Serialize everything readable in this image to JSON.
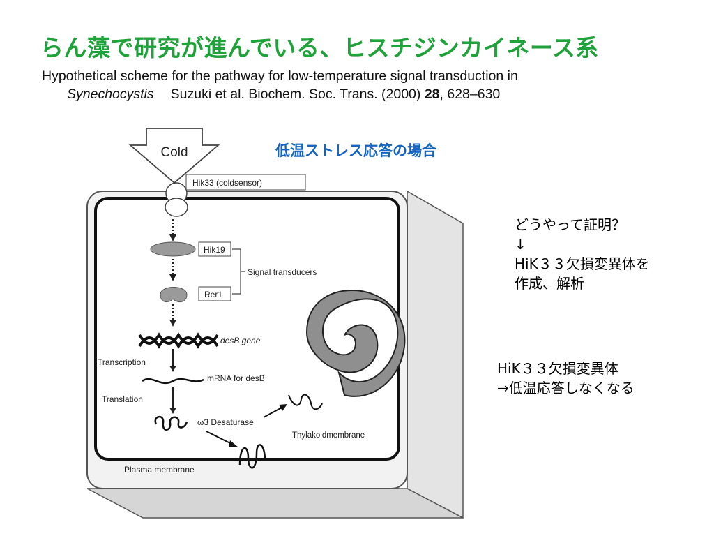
{
  "slide": {
    "title": "らん藻で研究が進んでいる、ヒスチジンカイネース系",
    "subtitle_line1": "Hypothetical scheme for the pathway for low-temperature signal transduction in",
    "subtitle_species": "Synechocystis",
    "subtitle_ref_pre": "Suzuki et al. Biochem. Soc. Trans. (2000) ",
    "subtitle_ref_vol": "28",
    "subtitle_ref_post": ", 628–630",
    "heading_jp": "低温ストレス応答の場合",
    "note1_lines": [
      "どうやって証明？",
      "↓",
      "HiK３３欠損変異体を",
      "作成、解析"
    ],
    "note2_lines": [
      "HiK３３欠損変異体",
      "→低温応答しなくなる"
    ]
  },
  "diagram": {
    "cold": "Cold",
    "hik33_label": "Hik33 (coldsensor)",
    "hik19": "Hik19",
    "rer1": "Rer1",
    "signal_transducers": "Signal transducers",
    "desb_gene_label": "desB gene",
    "transcription": "Transcription",
    "mrna_label": "mRNA for desB",
    "translation": "Translation",
    "desaturase": "ω3 Desaturase",
    "thylakoid": "Thylakoidmembrane",
    "plasma": "Plasma membrane"
  }
}
